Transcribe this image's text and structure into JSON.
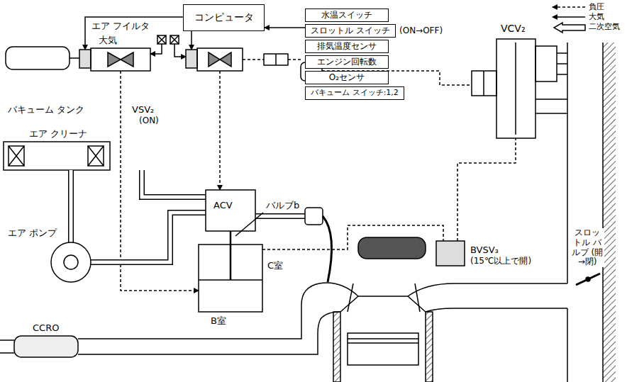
{
  "diagram": {
    "nodes": [
      {
        "text": [
          "コンピュータ"
        ]
      },
      {
        "text": [
          "水温スイッチ"
        ]
      },
      {
        "text": [
          "スロットル スイッチ",
          "(ON→OFF)"
        ]
      },
      {
        "text": [
          "排気温度センサ"
        ]
      },
      {
        "text": [
          "エンジン回転数"
        ]
      },
      {
        "text": [
          "O₂センサ"
        ]
      },
      {
        "text": [
          "バキューム スイッチ:1,2"
        ]
      }
    ],
    "edges": [
      {
        "from": 2,
        "to": 0,
        "arrow": "to"
      }
    ],
    "labels": [
      "エア フイルタ",
      "大気",
      "VSV₂",
      "(ON)",
      "バキューム タンク",
      "エア クリーナ",
      "ACV",
      "バルブb",
      "エア ポンプ",
      "C室",
      "B室",
      "CCRO",
      "VCV₂",
      "スロットル バルブ (開→閉)",
      "BVSV₃",
      "(15℃以上で開)"
    ],
    "legend": [
      {
        "text": "負圧"
      },
      {
        "text": "大気"
      },
      {
        "text": "二次空気"
      }
    ]
  }
}
